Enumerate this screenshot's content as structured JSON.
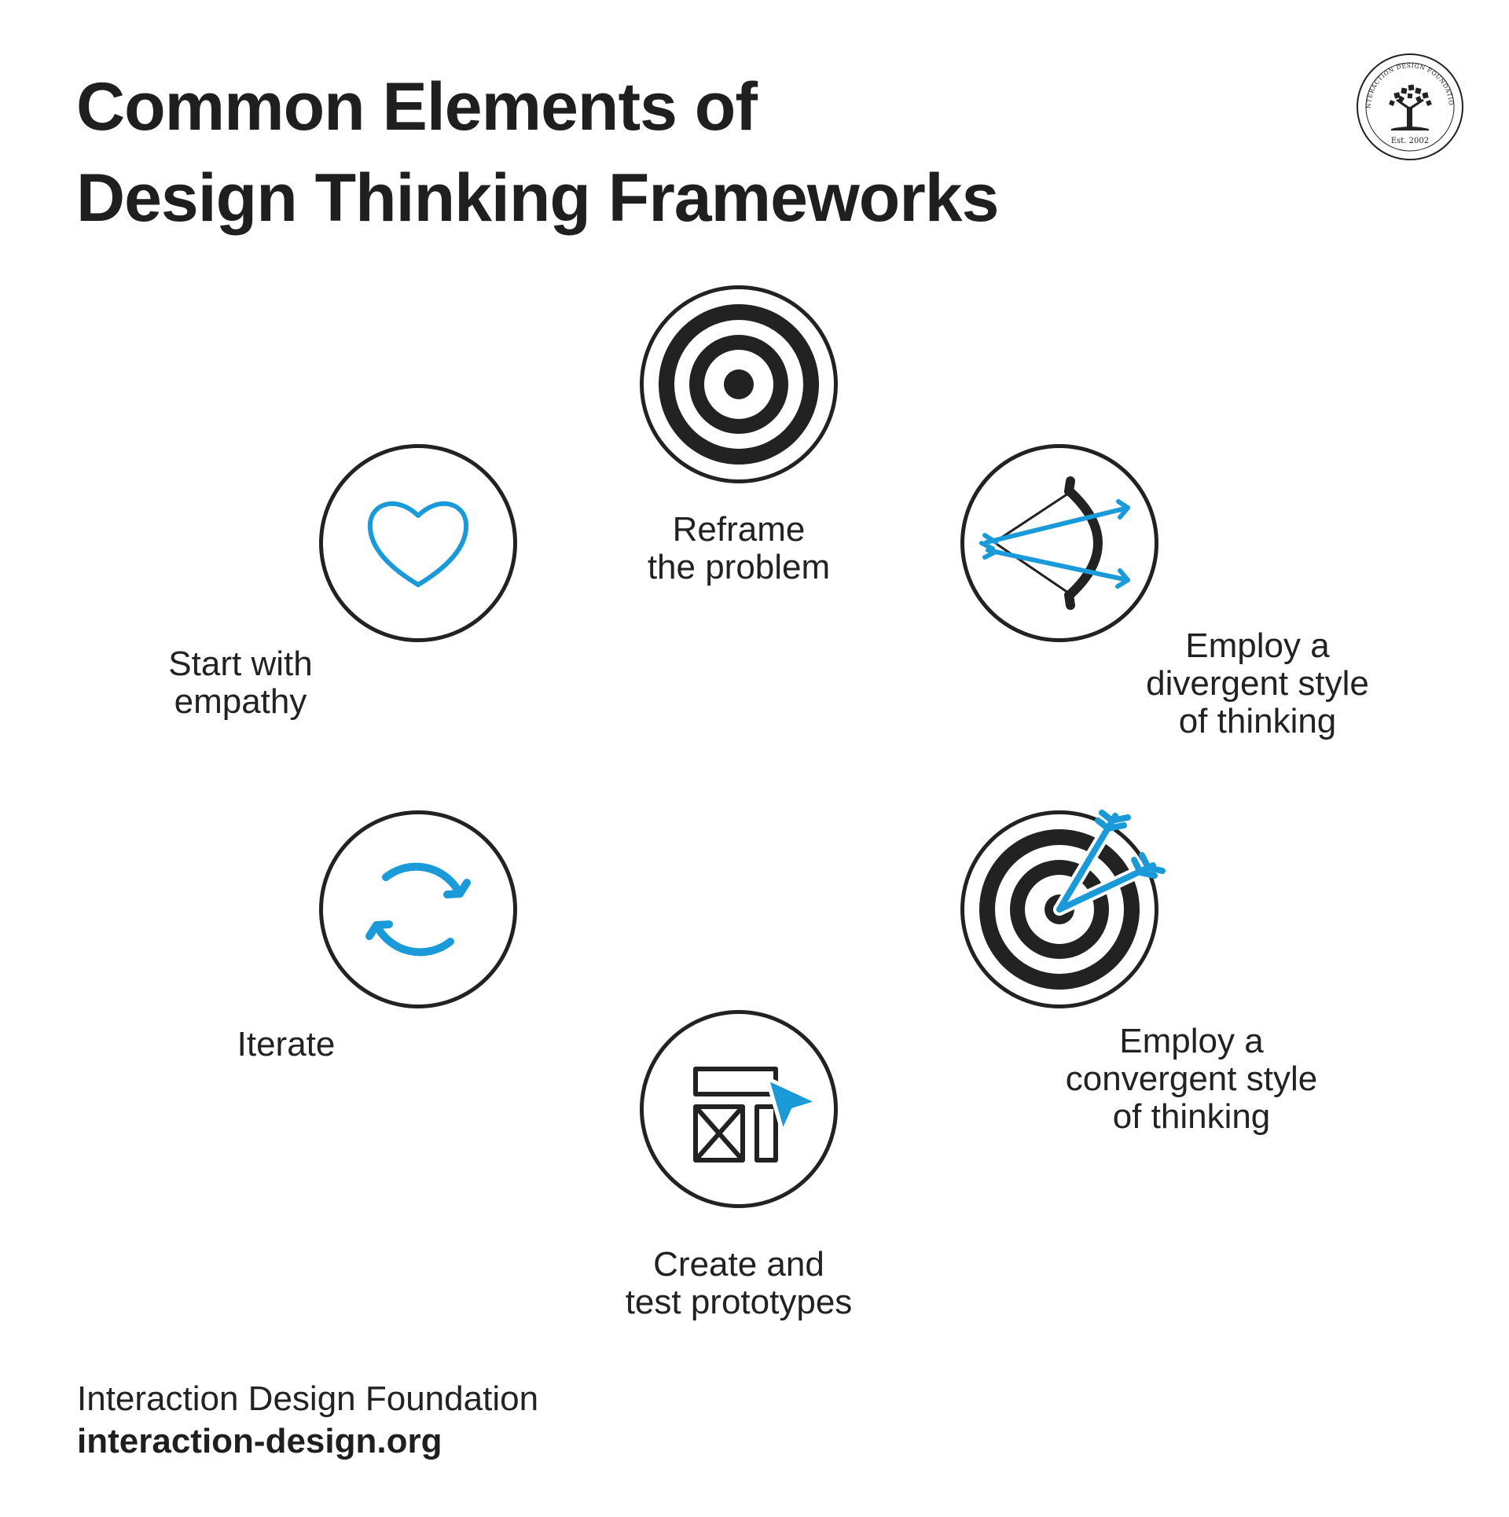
{
  "title": {
    "line1": "Common Elements of",
    "line2": "Design Thinking Frameworks"
  },
  "logo": {
    "ring_text": "INTERACTION DESIGN FOUNDATION",
    "est": "Est. 2002",
    "icon": "tree-icon"
  },
  "colors": {
    "accent_blue": "#1a9ad9",
    "ink": "#222222",
    "background": "#ffffff"
  },
  "items": [
    {
      "icon": "target-icon",
      "label_lines": [
        "Reframe",
        "the problem"
      ]
    },
    {
      "icon": "bow-arrows-icon",
      "label_lines": [
        "Employ a",
        "divergent style",
        "of thinking"
      ]
    },
    {
      "icon": "target-arrows-icon",
      "label_lines": [
        "Employ a",
        "convergent style",
        "of thinking"
      ]
    },
    {
      "icon": "wireframe-cursor-icon",
      "label_lines": [
        "Create and",
        "test prototypes"
      ]
    },
    {
      "icon": "refresh-icon",
      "label_lines": [
        "Iterate"
      ]
    },
    {
      "icon": "heart-icon",
      "label_lines": [
        "Start with",
        "empathy"
      ]
    }
  ],
  "footer": {
    "org_name": "Interaction Design Foundation",
    "url": "interaction-design.org"
  }
}
